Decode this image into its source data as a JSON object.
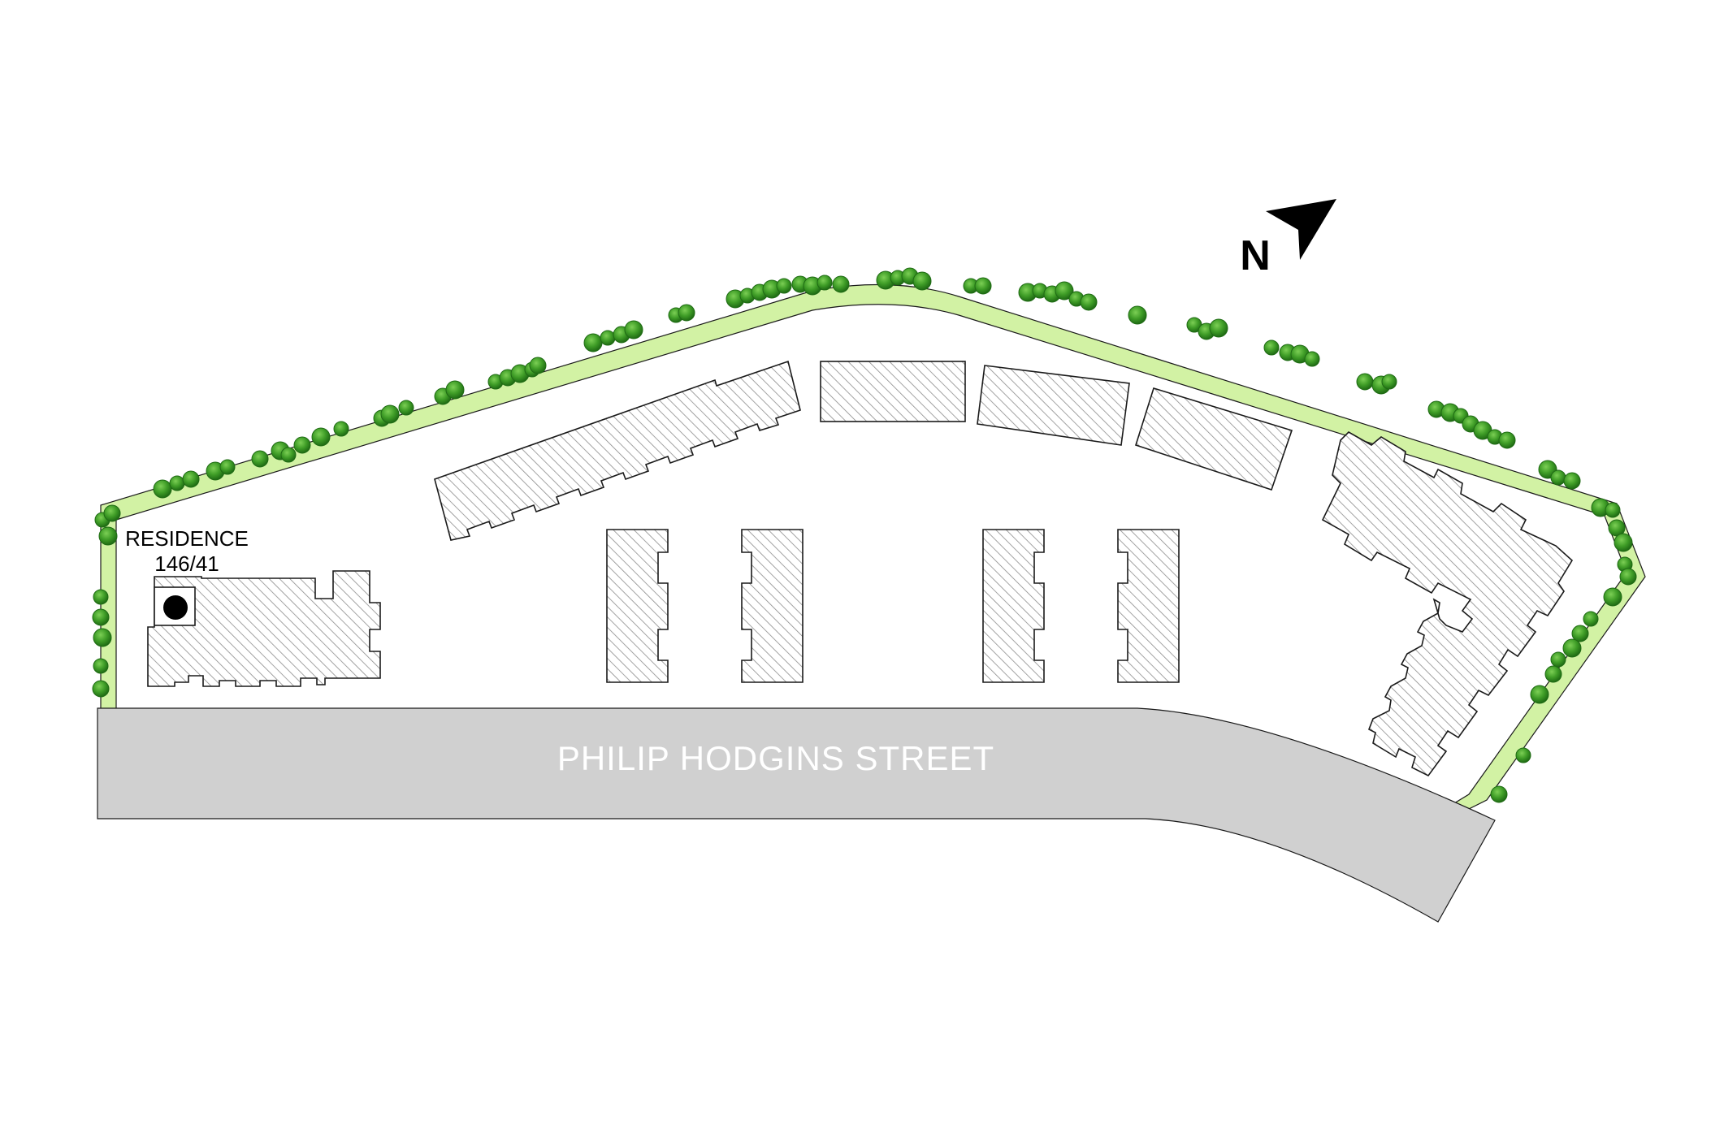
{
  "labels": {
    "residence_line1": "RESIDENCE",
    "residence_line2": "146/41",
    "street": "PHILIP HODGINS STREET",
    "north": "N"
  },
  "colors": {
    "green_strip": "#d2f2a4",
    "tree_dark": "#2d8a1e",
    "tree_light": "#5fb83d",
    "street_fill": "#d0d0d0",
    "building_hatch": "#8c8c8c",
    "outline": "#1a1a1a"
  },
  "icons": {
    "north_arrow": "north-arrow-icon",
    "residence_marker": "filled-circle-marker-icon",
    "tree": "tree-icon"
  }
}
